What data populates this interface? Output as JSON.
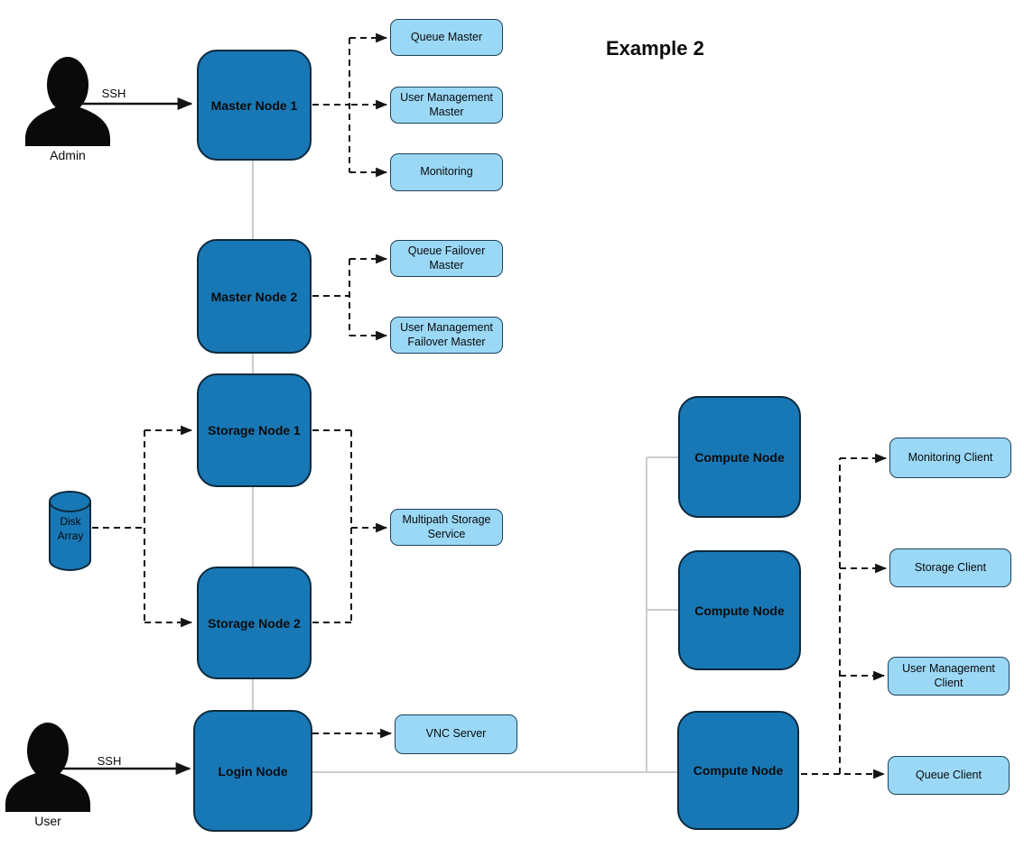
{
  "title": "Example 2",
  "palette": {
    "node_fill": "#1878b6",
    "node_stroke": "#0c2a3d",
    "service_fill": "#9ad8f6",
    "service_stroke": "#1f4258",
    "wire_gray": "#cccccc",
    "wire_dark": "#141414",
    "silhouette": "#0a0a0a",
    "text": "#0a0a0a"
  },
  "actors": {
    "admin": {
      "label": "Admin",
      "protocol": "SSH"
    },
    "user": {
      "label": "User",
      "protocol": "SSH"
    }
  },
  "nodes": {
    "master1": {
      "label": "Master Node 1"
    },
    "master2": {
      "label": "Master Node 2"
    },
    "storage1": {
      "label": "Storage Node 1"
    },
    "storage2": {
      "label": "Storage Node 2"
    },
    "login": {
      "label": "Login Node"
    },
    "compute1": {
      "label": "Compute Node"
    },
    "compute2": {
      "label": "Compute Node"
    },
    "compute3": {
      "label": "Compute Node"
    }
  },
  "storage": {
    "disk_array": {
      "label": "Disk Array"
    }
  },
  "services": {
    "queue_master": {
      "label": "Queue Master"
    },
    "um_master": {
      "label": "User Management Master"
    },
    "monitoring": {
      "label": "Monitoring"
    },
    "queue_failover": {
      "label": "Queue Failover Master"
    },
    "um_failover": {
      "label": "User Management Failover Master"
    },
    "multipath": {
      "label": "Multipath Storage Service"
    },
    "vnc": {
      "label": "VNC Server"
    },
    "monitoring_client": {
      "label": "Monitoring Client"
    },
    "storage_client": {
      "label": "Storage Client"
    },
    "um_client": {
      "label": "User Management Client"
    },
    "queue_client": {
      "label": "Queue Client"
    }
  }
}
